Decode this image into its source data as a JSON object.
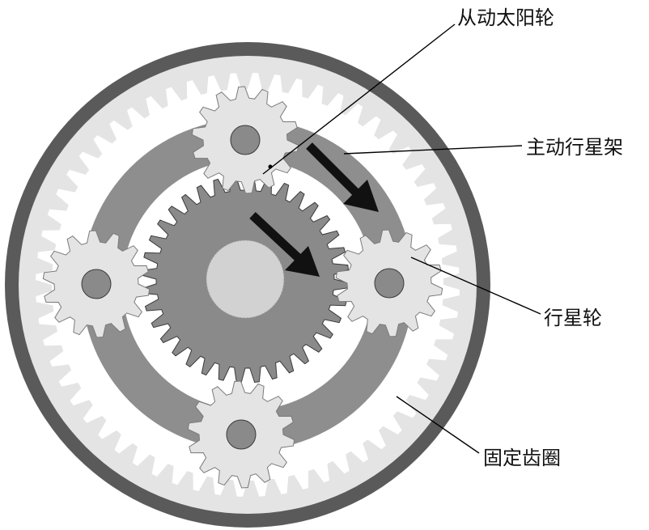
{
  "labels": {
    "sun_gear": "从动太阳轮",
    "carrier": "主动行星架",
    "planet_gear": "行星轮",
    "ring_gear": "固定齿圈"
  },
  "colors": {
    "outer_ring": "#5a5a5a",
    "carrier_band": "#8e8e8e",
    "gear_light": "#e4e4e4",
    "sun_gear": "#8a8a8a",
    "hub": "#d2d2d2",
    "arrow": "#111111"
  },
  "gears": {
    "ring_teeth": 60,
    "planet_teeth": 14,
    "sun_teeth": 36,
    "planet_count": 4
  }
}
